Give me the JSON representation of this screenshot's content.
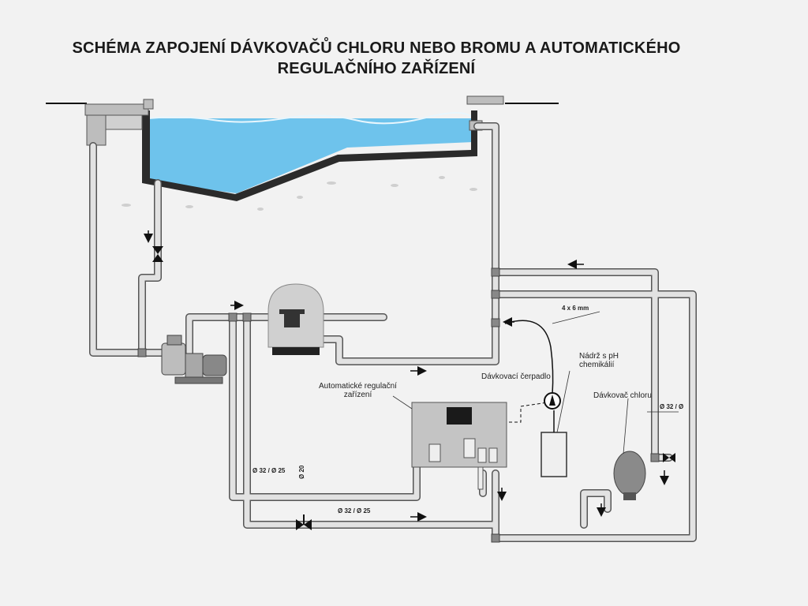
{
  "title": {
    "line1": "SCHÉMA ZAPOJENÍ DÁVKOVAČŮ CHLORU NEBO BROMU A AUTOMATICKÉHO",
    "line2": "REGULAČNÍHO ZAŘÍZENÍ"
  },
  "labels": {
    "regulator": "Automatické regulační",
    "regulator2": "zařízení",
    "pump": "Dávkovací čerpadlo",
    "tank": "Nádrž s pH",
    "tank2": "chemikálií",
    "chlorinator": "Dávkovač chloru"
  },
  "dimensions": {
    "tube": "4 x 6 mm",
    "d1": "Ø 32 / Ø 25",
    "d2": "Ø 20",
    "d3": "Ø 32 / Ø 25",
    "d4": "Ø 32 / Ø"
  },
  "colors": {
    "water": "#6ec3ec",
    "pipe": "#d9d9d9",
    "pipe_outline": "#555555",
    "pool_wall": "#2b2b2b",
    "equipment": "#bdbdbd"
  }
}
